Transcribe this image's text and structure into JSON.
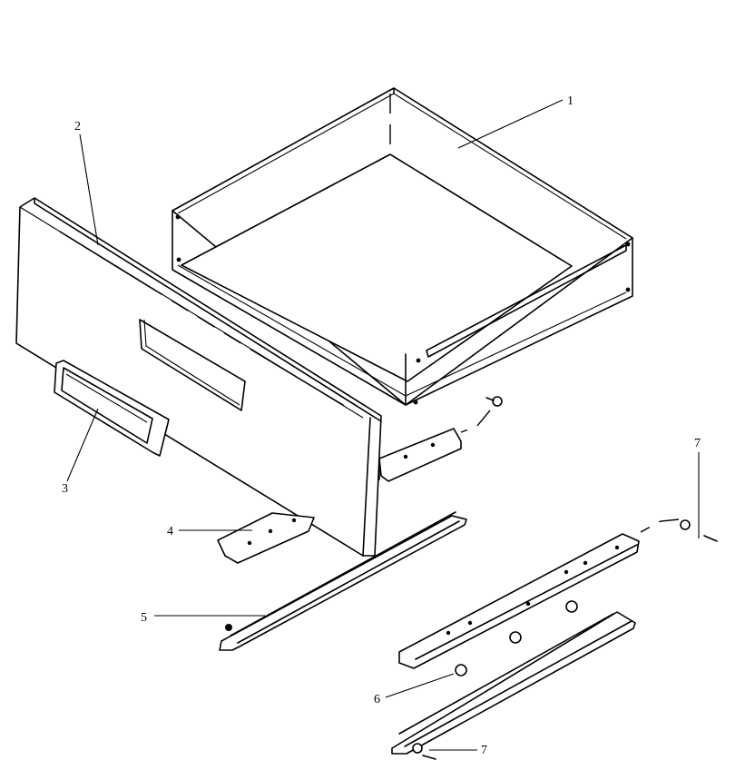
{
  "labels": {
    "l1": "1",
    "l2": "2",
    "l3": "3",
    "l4": "4",
    "l5": "5",
    "l6": "6",
    "l7a": "7",
    "l7b": "7"
  }
}
